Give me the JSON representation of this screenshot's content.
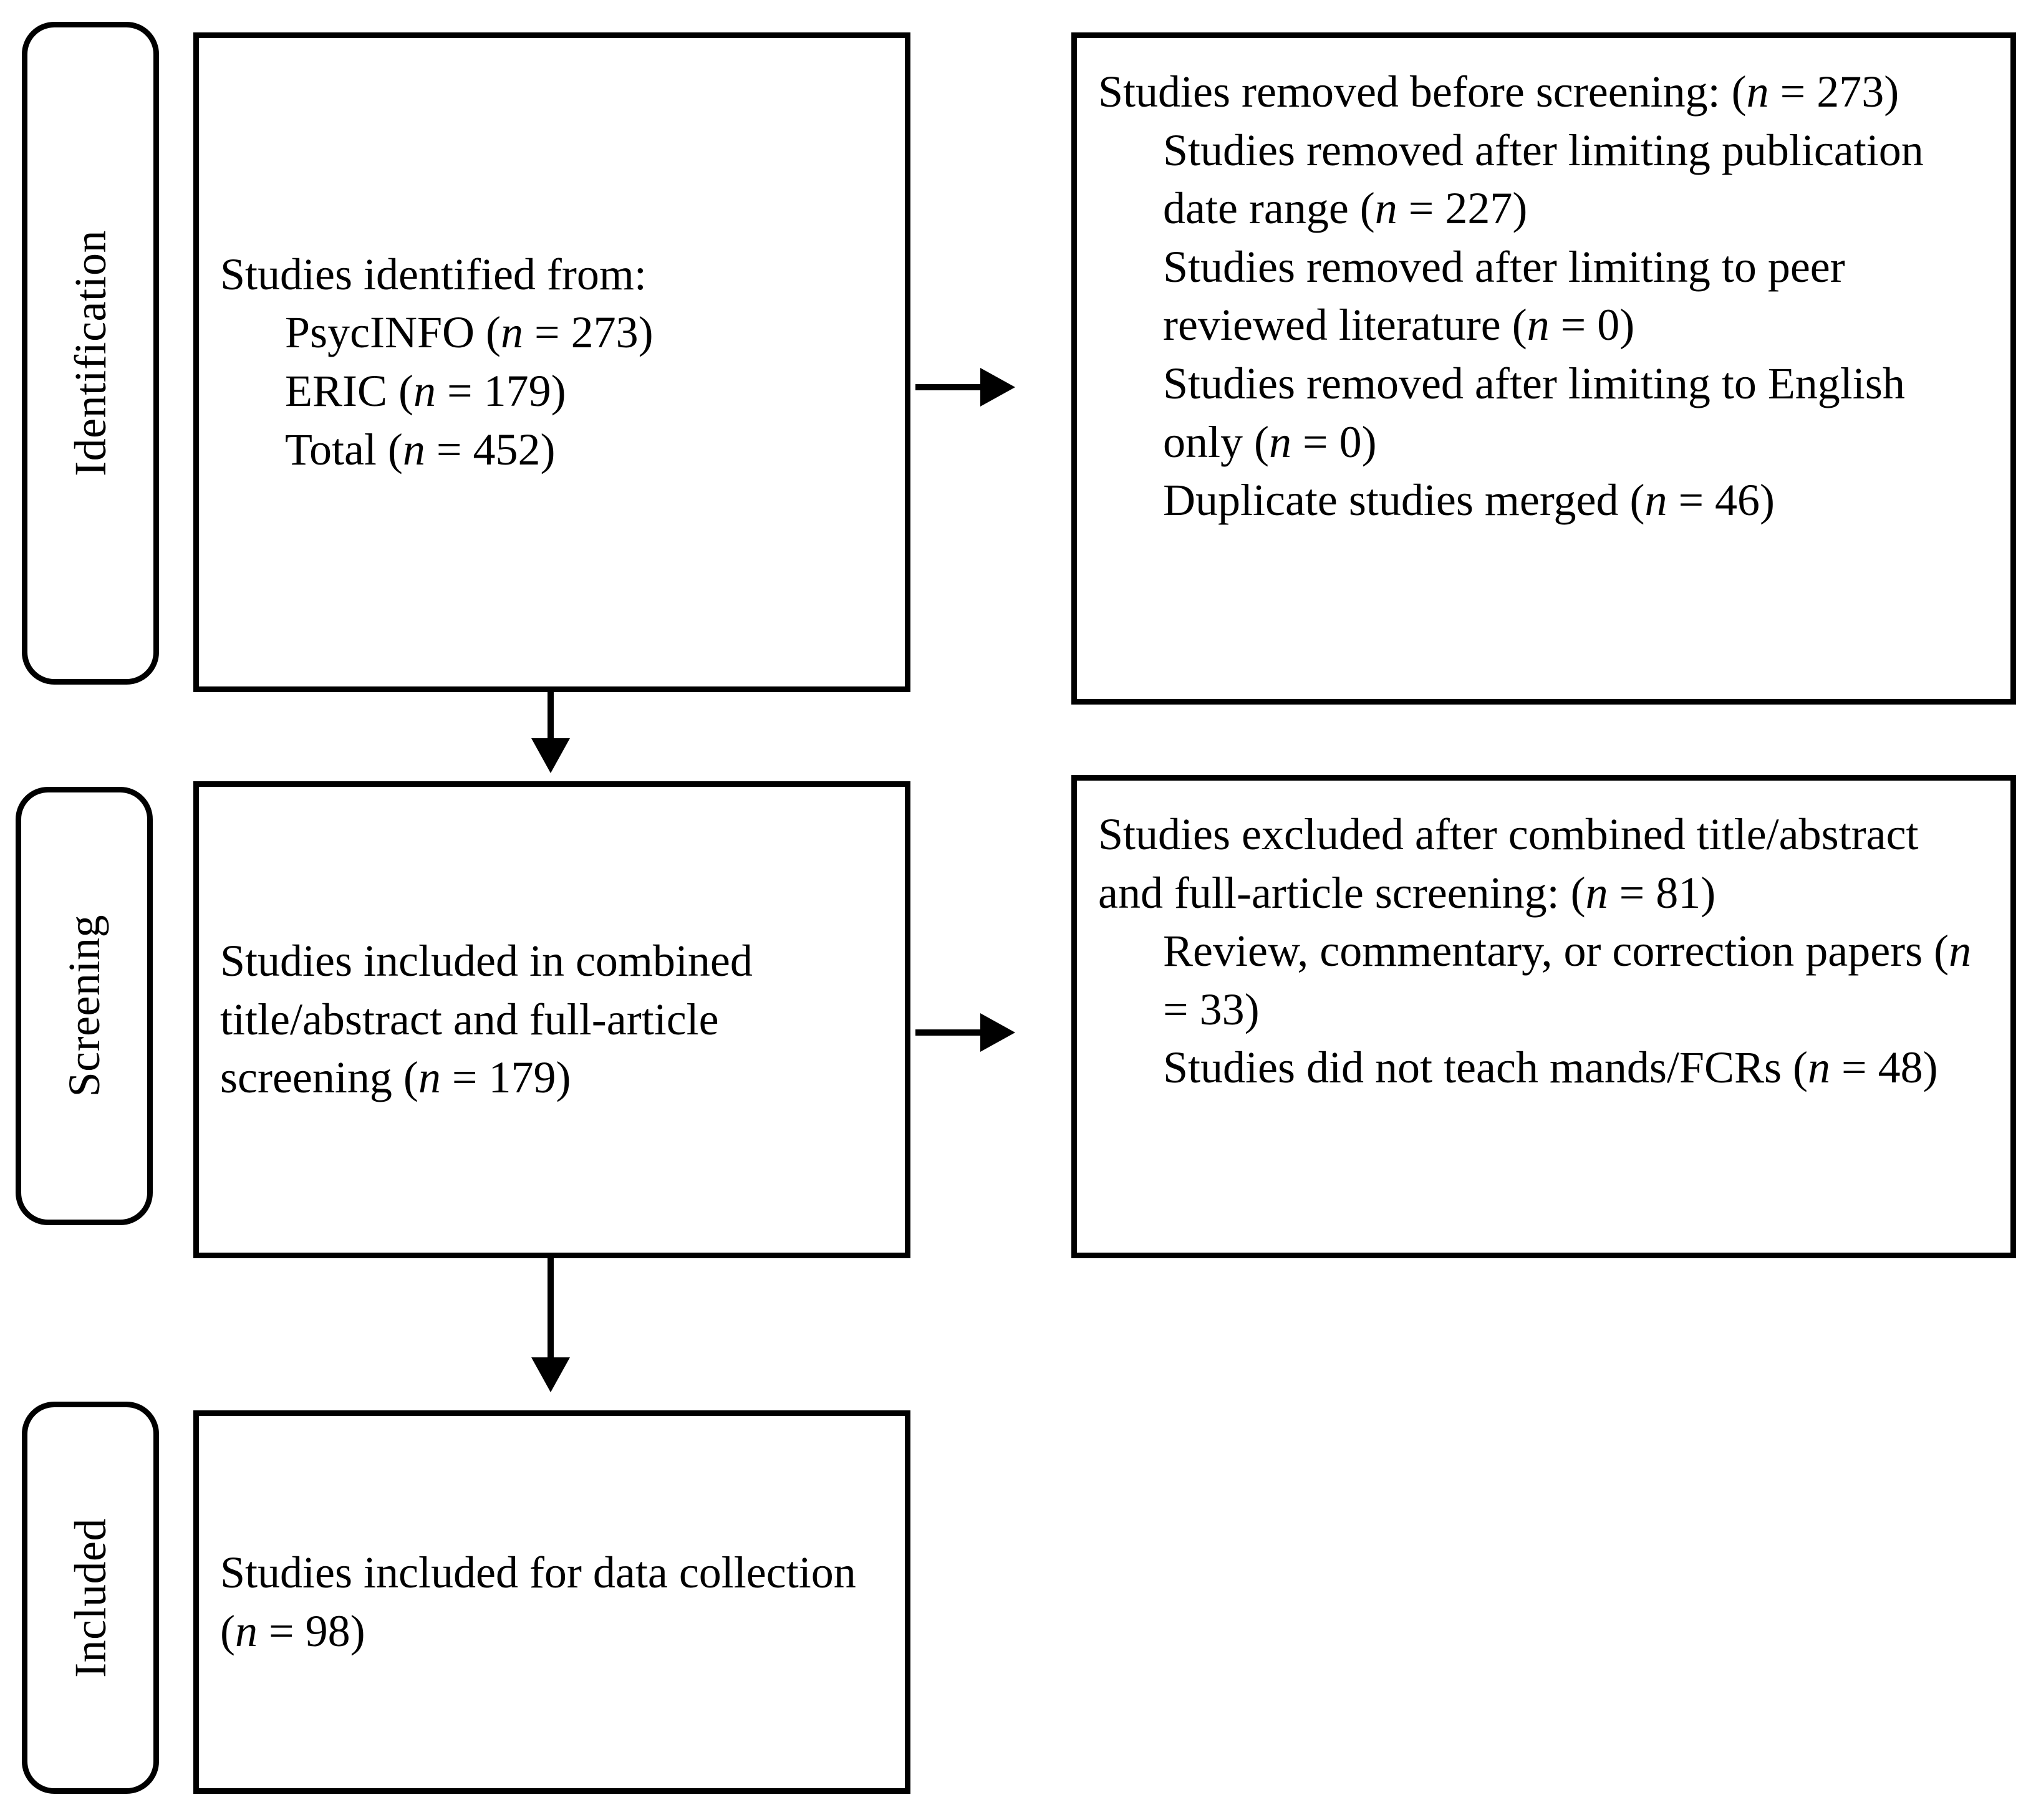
{
  "diagram": {
    "type": "prisma-flow-diagram",
    "stages": [
      {
        "id": "identification",
        "label": "Identification",
        "main_box": {
          "lines": [
            {
              "text": "Studies identified from:",
              "indent": 0
            },
            {
              "text": "PsycINFO (n = 273)",
              "indent": 1
            },
            {
              "text": "ERIC (n = 179)",
              "indent": 1
            },
            {
              "text": "Total (n = 452)",
              "indent": 1
            }
          ]
        },
        "side_box": {
          "lines": [
            {
              "text": "Studies removed before screening: (n = 273)",
              "indent": 0
            },
            {
              "text": "Studies removed after limiting publication date range (n = 227)",
              "indent": 1
            },
            {
              "text": "Studies removed after limiting to peer reviewed literature (n = 0)",
              "indent": 1
            },
            {
              "text": "Studies removed after limiting to English only (n = 0)",
              "indent": 1
            },
            {
              "text": "Duplicate studies merged (n = 46)",
              "indent": 1
            }
          ]
        }
      },
      {
        "id": "screening",
        "label": "Screening",
        "main_box": {
          "lines": [
            {
              "text": "Studies included in combined title/abstract and full-article screening (n = 179)",
              "indent": 0
            }
          ]
        },
        "side_box": {
          "lines": [
            {
              "text": "Studies excluded after combined title/abstract and full-article screening: (n = 81)",
              "indent": 0
            },
            {
              "text": "Review, commentary, or correction papers (n = 33)",
              "indent": 1
            },
            {
              "text": "Studies did not teach mands/FCRs (n = 48)",
              "indent": 1
            }
          ]
        }
      },
      {
        "id": "included",
        "label": "Included",
        "main_box": {
          "lines": [
            {
              "text": "Studies included for data collection (n = 98)",
              "indent": 0
            }
          ]
        },
        "side_box": null
      }
    ],
    "counts": {
      "psycinfo": 273,
      "eric": 179,
      "total_identified": 452,
      "removed_before_screening": 273,
      "removed_date_range": 227,
      "removed_peer_reviewed": 0,
      "removed_english_only": 0,
      "duplicates_merged": 46,
      "screened": 179,
      "excluded_after_screening": 81,
      "excluded_review_commentary_correction": 33,
      "excluded_not_mands_fcrs": 48,
      "included_for_data_collection": 98
    },
    "arrows": [
      {
        "id": "identification-to-removed",
        "direction": "right"
      },
      {
        "id": "identification-to-screening",
        "direction": "down"
      },
      {
        "id": "screening-to-excluded",
        "direction": "right"
      },
      {
        "id": "screening-to-included",
        "direction": "down"
      }
    ],
    "colors": {
      "stroke": "#000000",
      "fill": "#ffffff",
      "text": "#000000"
    }
  }
}
